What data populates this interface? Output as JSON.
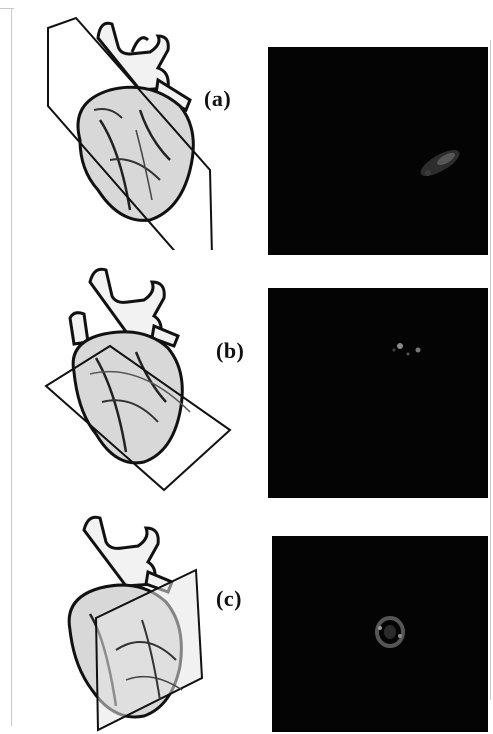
{
  "figure": {
    "panels": [
      {
        "id": "a",
        "label": "(a)",
        "illustration_icon": "heart-with-sagittal-slice-plane-icon",
        "scan_icon": "mri-scan-image-icon"
      },
      {
        "id": "b",
        "label": "(b)",
        "illustration_icon": "heart-with-transverse-slice-plane-icon",
        "scan_icon": "mri-scan-image-icon"
      },
      {
        "id": "c",
        "label": "(c)",
        "illustration_icon": "heart-with-coronal-slice-plane-icon",
        "scan_icon": "mri-scan-image-icon"
      }
    ],
    "colors": {
      "scan_background": "#040404",
      "ink": "#111111",
      "heart_fill": "#d8d8d8",
      "vessel_fill": "#f2f2f2"
    }
  }
}
